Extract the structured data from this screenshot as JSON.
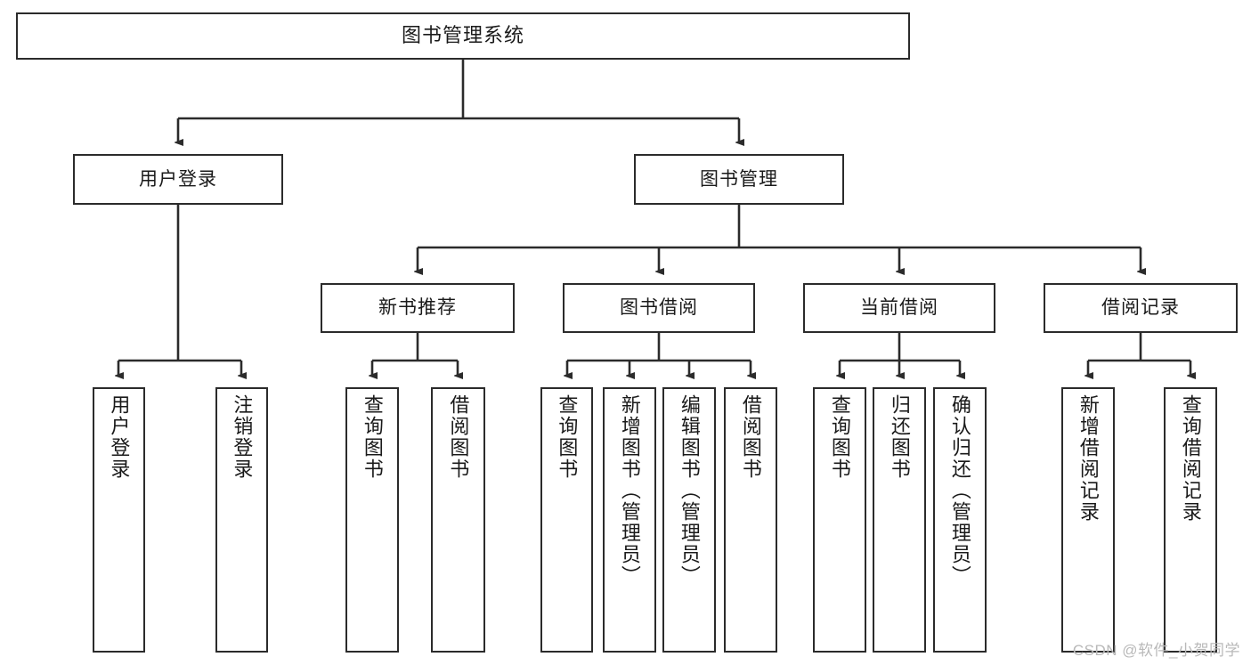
{
  "diagram": {
    "title": "图书管理系统",
    "type": "tree",
    "colors": {
      "stroke": "#2b2b2b",
      "fill": "#ffffff",
      "text": "#1a1a1a",
      "watermark": "#b9b9b9"
    },
    "nodes": {
      "root": {
        "label": "图书管理系统"
      },
      "user_login": {
        "label": "用户登录"
      },
      "book_manage": {
        "label": "图书管理"
      },
      "new_book_rec": {
        "label": "新书推荐"
      },
      "book_borrow": {
        "label": "图书借阅"
      },
      "current_borrow": {
        "label": "当前借阅"
      },
      "borrow_record": {
        "label": "借阅记录"
      },
      "leaf_user_login": {
        "label": "用户登录"
      },
      "leaf_logout_login": {
        "label": "注销登录"
      },
      "leaf_query_book_1": {
        "label": "查询图书"
      },
      "leaf_borrow_book_1": {
        "label": "借阅图书"
      },
      "leaf_query_book_2": {
        "label": "查询图书"
      },
      "leaf_add_book_admin": {
        "label": "新增图书（管理员）"
      },
      "leaf_edit_book_admin": {
        "label": "编辑图书（管理员）"
      },
      "leaf_borrow_book_2": {
        "label": "借阅图书"
      },
      "leaf_query_book_3": {
        "label": "查询图书"
      },
      "leaf_return_book": {
        "label": "归还图书"
      },
      "leaf_confirm_return_admin": {
        "label": "确认归还（管理员）"
      },
      "leaf_add_borrow_record": {
        "label": "新增借阅记录"
      },
      "leaf_query_borrow_record": {
        "label": "查询借阅记录"
      }
    },
    "watermark": "CSDN @软件_小贺同学"
  }
}
